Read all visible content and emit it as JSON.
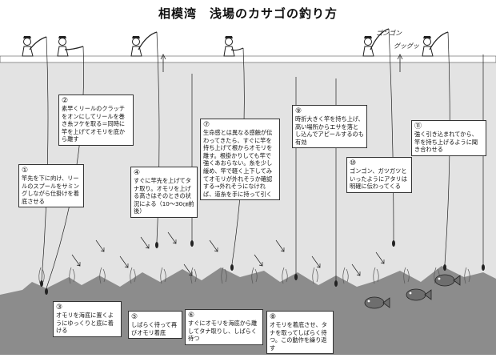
{
  "title": "相模湾　浅場のカサゴの釣り方",
  "sfx": {
    "gongon": "ゴンゴン",
    "gukkuri": "グッグッ"
  },
  "colors": {
    "water": "#e3e3e3",
    "seabed": "#8c8c8c",
    "line": "#222222"
  },
  "steps": [
    {
      "num": "①",
      "text": "竿先を下に向け、リールのスプールをサミングしながら仕掛けを着底させる"
    },
    {
      "num": "②",
      "text": "素早くリールのクラッチをオンにしてリールを巻き糸フケを取る＝同時に竿を上げてオモリを底から離す"
    },
    {
      "num": "③",
      "text": "オモリを海底に置くようにゆっくりと底に着ける"
    },
    {
      "num": "④",
      "text": "すぐに竿先を上げてタナ取り。オモリを上げる高さはそのときの状況による（10〜30㎝前後）"
    },
    {
      "num": "⑤",
      "text": "しばらく待って再びオモリ着底"
    },
    {
      "num": "⑥",
      "text": "すぐにオモリを海底から離してタナ取りし、しばらく待つ"
    },
    {
      "num": "⑦",
      "text": "生命感とは異なる感触が伝わってきたら、すぐに竿を持ち上げて根からオモリを離す。根掛かりしても竿で強くあおらない。糸を少し緩め、竿で軽く上下してみてオモリが外れそうか確認する→外れそうになければ、道糸を手に持って引く"
    },
    {
      "num": "⑧",
      "text": "オモリを着底させ、タナを取ってしばらく待つ。この動作を繰り返す"
    },
    {
      "num": "⑨",
      "text": "時折大きく竿を持ち上げ、高い場所からエサを落とし込んでアピールするのも有効"
    },
    {
      "num": "⑩",
      "text": "ゴンゴン、ガツガツといったようにアタリは明確に伝わってくる"
    },
    {
      "num": "⑪",
      "text": "強く引き込まれてから、竿を持ち上げるように聞き合わせる"
    }
  ]
}
